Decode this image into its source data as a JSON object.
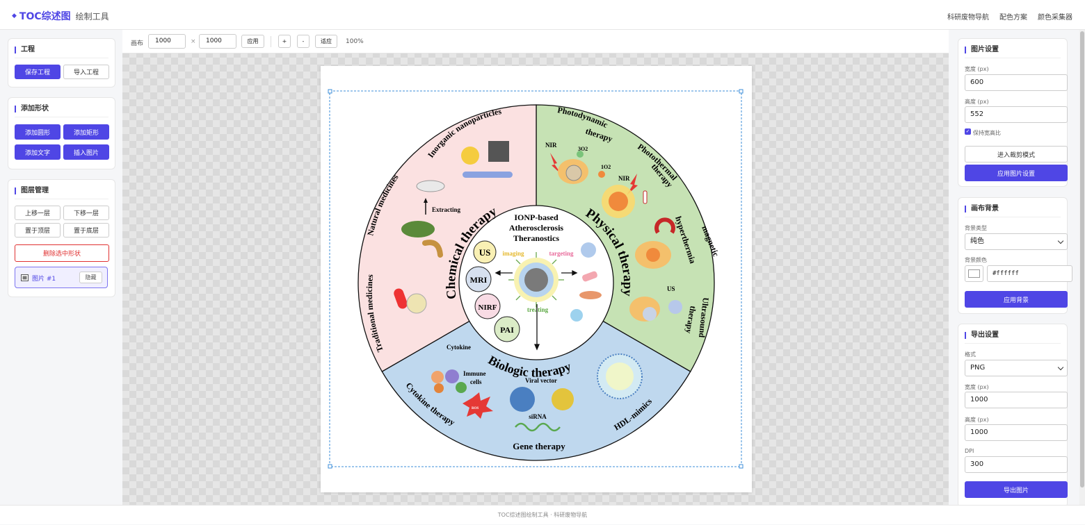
{
  "header": {
    "logo_icon": "diamond-icon",
    "logo_title": "TOC综述图",
    "logo_subtitle": "绘制工具",
    "nav": [
      "科研废物导航",
      "配色方案",
      "颜色采集器"
    ]
  },
  "left": {
    "project": {
      "title": "工程",
      "save": "保存工程",
      "import": "导入工程"
    },
    "shapes": {
      "title": "添加形状",
      "circle": "添加圆形",
      "rect": "添加矩形",
      "text": "添加文字",
      "image": "插入图片"
    },
    "layers": {
      "title": "图层管理",
      "up": "上移一层",
      "down": "下移一层",
      "top": "置于顶层",
      "bottom": "置于底层",
      "delete": "删除选中形状",
      "item": {
        "icon": "image-icon",
        "label": "图片 #1",
        "hide": "隐藏"
      }
    }
  },
  "toolbar": {
    "canvas_label": "画布",
    "width": "1000",
    "times": "×",
    "height": "1000",
    "apply": "应用",
    "zoom_in": "+",
    "zoom_out": "-",
    "fit": "适应",
    "zoom": "100%"
  },
  "figure": {
    "center": [
      "IONP-based",
      "Atherosclerosis",
      "Theranostics"
    ],
    "imaging": "imaging",
    "targeting": "targeting",
    "treating": "treating",
    "modalities": [
      "US",
      "MRI",
      "NIRF",
      "PAI"
    ],
    "sector_titles": [
      "Chemical therapy",
      "Physical therapy",
      "Biologic therapy"
    ],
    "chemical_labels": [
      "Inorganic nanoparticles",
      "Natural medicines",
      "Traditional medicines",
      "Extracting"
    ],
    "physical_labels": [
      "Photodynamic",
      "therapy",
      "Photothermal",
      "therapy",
      "magnetic",
      "hyperthermia",
      "Ultrasound",
      "therapy",
      "NIR",
      "NIR",
      "3O2",
      "1O2",
      "US"
    ],
    "biologic_labels": [
      "Cytokine therapy",
      "HDL-mimics",
      "Gene therapy",
      "Cytokine",
      "Immune",
      "cells",
      "Viral vector",
      "siRNA",
      "ROS"
    ]
  },
  "right": {
    "image": {
      "title": "图片设置",
      "width_label": "宽度 (px)",
      "width": "600",
      "height_label": "高度 (px)",
      "height": "552",
      "keep_ratio": "保持宽高比",
      "crop": "进入裁剪模式",
      "apply": "应用图片设置"
    },
    "background": {
      "title": "画布背景",
      "type_label": "背景类型",
      "type": "纯色",
      "color_label": "背景颜色",
      "color": "#ffffff",
      "apply": "应用背景"
    },
    "export": {
      "title": "导出设置",
      "format_label": "格式",
      "format": "PNG",
      "width_label": "宽度 (px)",
      "width": "1000",
      "height_label": "高度 (px)",
      "height": "1000",
      "dpi_label": "DPI",
      "dpi": "300",
      "export": "导出图片"
    }
  },
  "footer": "TOC综述图绘制工具 · 科研废物导航",
  "colors": {
    "accent": "#4f46e5",
    "chemical": "#fbe1e1",
    "physical": "#c6e2b4",
    "biologic": "#bfd8ee"
  }
}
